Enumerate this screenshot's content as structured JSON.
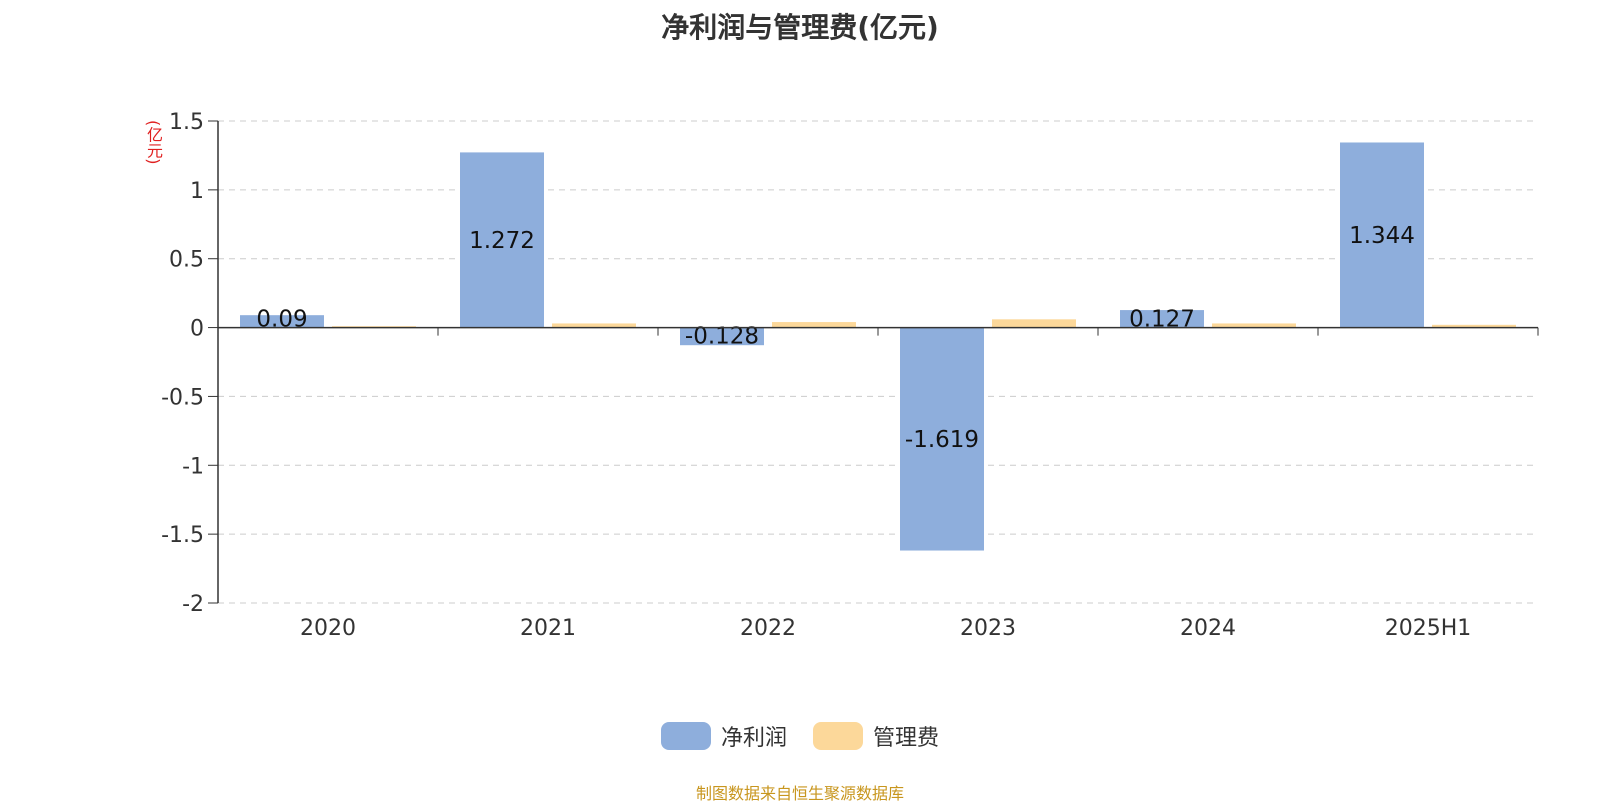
{
  "chart_data": {
    "type": "bar",
    "title": "净利润与管理费(亿元)",
    "ylabel": "(亿元)",
    "categories": [
      "2020",
      "2021",
      "2022",
      "2023",
      "2024",
      "2025H1"
    ],
    "series": [
      {
        "name": "净利润",
        "values": [
          0.09,
          1.272,
          -0.128,
          -1.619,
          0.127,
          1.344
        ],
        "color": "#8eaedc",
        "labels": [
          "0.09",
          "1.272",
          "-0.128",
          "-1.619",
          "0.127",
          "1.344"
        ]
      },
      {
        "name": "管理费",
        "values": [
          0.01,
          0.03,
          0.04,
          0.06,
          0.03,
          0.02
        ],
        "color": "#fcd89a"
      }
    ],
    "ylim": [
      -2,
      1.5
    ],
    "yticks": [
      "1.5",
      "1",
      "0.5",
      "0",
      "-0.5",
      "-1",
      "-1.5",
      "-2"
    ],
    "grid": true,
    "legend_position": "bottom"
  },
  "source": "制图数据来自恒生聚源数据库"
}
